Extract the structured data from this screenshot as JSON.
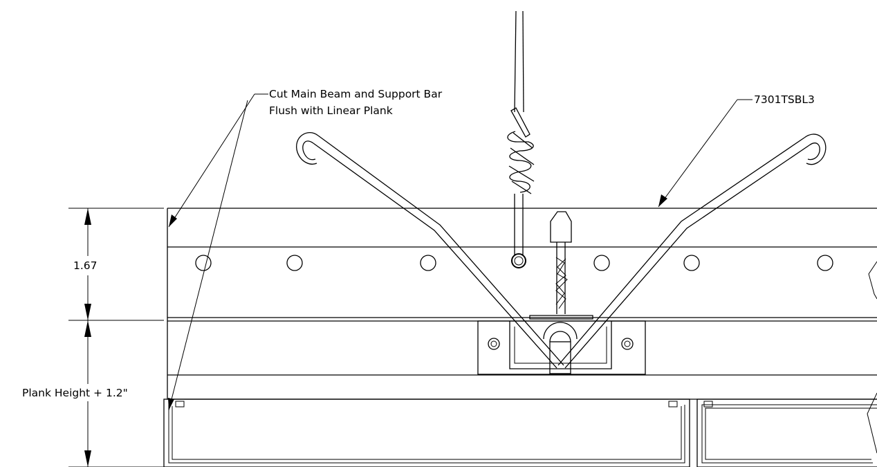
{
  "dimensions": {
    "upper": "1.67",
    "lower": "Plank Height + 1.2\""
  },
  "callouts": {
    "cut_note_line1": "Cut Main Beam and Support Bar",
    "cut_note_line2": "Flush with Linear Plank",
    "part_number": "7301TSBL3"
  }
}
